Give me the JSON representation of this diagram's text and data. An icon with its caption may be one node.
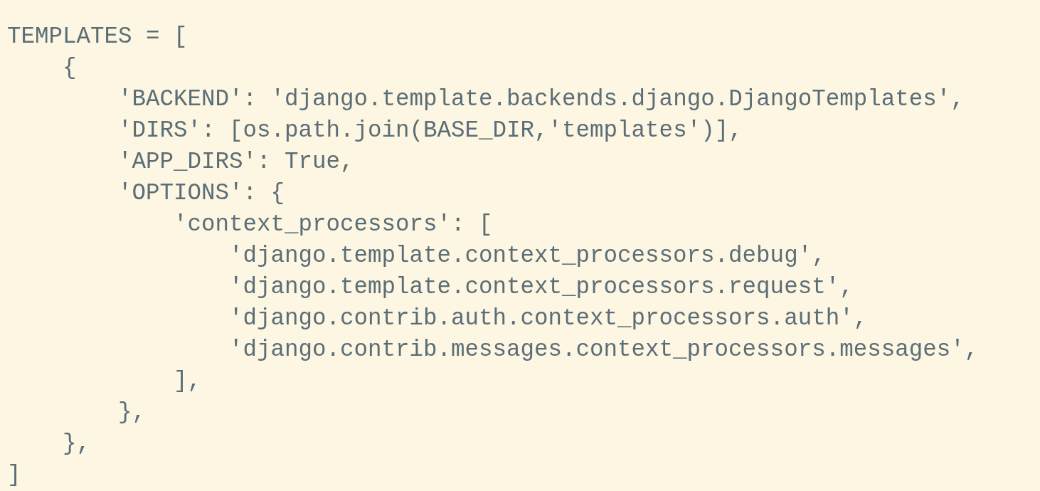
{
  "diagram": {
    "labels": [
      "TEMPLATES = [",
      "{",
      "'BACKEND': 'django.template.backends.django.DjangoTemplates',",
      "'DIRS': [os.path.join(BASE_DIR,'templates')],",
      "'APP_DIRS': True,",
      "'OPTIONS': {",
      "'context_processors': [",
      "'django.template.context_processors.debug',",
      "'django.template.context_processors.request',",
      "'django.contrib.auth.context_processors.auth',",
      "'django.contrib.messages.context_processors.messages',",
      "],",
      "},",
      "},",
      "]"
    ]
  }
}
